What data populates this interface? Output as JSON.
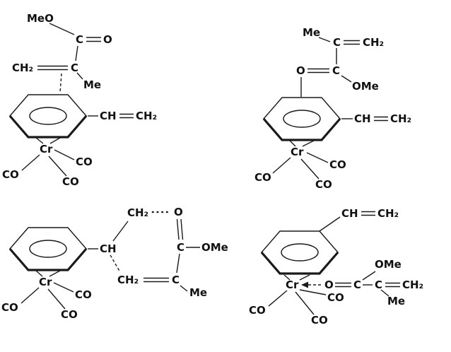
{
  "structures": {
    "top_left": {
      "meo": "MeO",
      "carbonyl_c": "C",
      "carbonyl_o": "O",
      "vinyl_ch2": "CH₂",
      "alpha_c": "C",
      "methyl": "Me",
      "styrene_ch": "CH",
      "styrene_ch2": "CH₂",
      "metal": "Cr",
      "co": [
        "CO",
        "CO",
        "CO"
      ]
    },
    "top_right": {
      "methyl": "Me",
      "alpha_c": "C",
      "vinyl_ch2": "CH₂",
      "carbonyl_o": "O",
      "carbonyl_c": "C",
      "ome": "OMe",
      "styrene_ch": "CH",
      "styrene_ch2": "CH₂",
      "metal": "Cr",
      "co": [
        "CO",
        "CO",
        "CO"
      ]
    },
    "bottom_left": {
      "ring_ch": "CH",
      "top_ch2": "CH₂",
      "carbonyl_o": "O",
      "carbonyl_c": "C",
      "ome": "OMe",
      "alpha_c": "C",
      "vinyl_ch2": "CH₂",
      "methyl": "Me",
      "metal": "Cr",
      "co": [
        "CO",
        "CO",
        "CO"
      ]
    },
    "bottom_right": {
      "styrene_ch": "CH",
      "styrene_ch2": "CH₂",
      "metal": "Cr",
      "carbonyl_o": "O",
      "carbonyl_c": "C",
      "alpha_c": "C",
      "vinyl_ch2": "CH₂",
      "ome": "OMe",
      "methyl": "Me",
      "co": [
        "CO",
        "CO",
        "CO"
      ]
    }
  }
}
